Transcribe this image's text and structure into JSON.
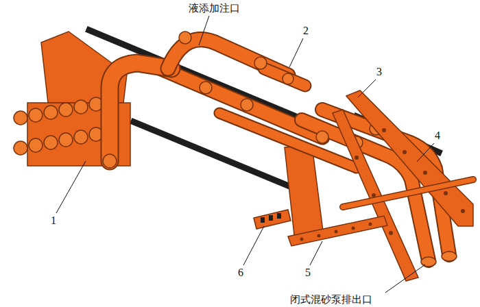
{
  "diagram": {
    "labels": [
      "液添加注口",
      "2",
      "3",
      "4",
      "1",
      "6",
      "5",
      "闭式混砂泵排出口"
    ]
  }
}
